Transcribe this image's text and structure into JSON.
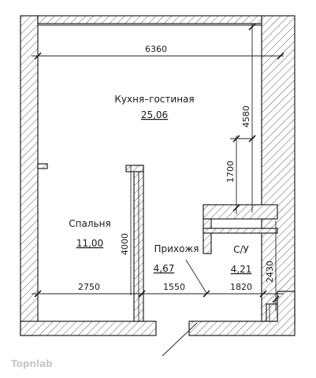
{
  "rooms": {
    "kitchen_living": {
      "name": "Кухня–гостиная",
      "area": "25,06"
    },
    "bedroom": {
      "name": "Спальня",
      "area": "11,00"
    },
    "hallway": {
      "name": "Прихожя",
      "area": "4,67"
    },
    "bathroom": {
      "name": "С/У",
      "area": "4,21"
    }
  },
  "dimensions": {
    "total_width": "6360",
    "kitchen_depth": "4580",
    "kitchen_lower": "1700",
    "bedroom_depth": "4000",
    "bedroom_width": "2750",
    "hallway_width": "1550",
    "bathroom_width": "1820",
    "bathroom_depth": "2430"
  },
  "watermark": "Topnlab"
}
